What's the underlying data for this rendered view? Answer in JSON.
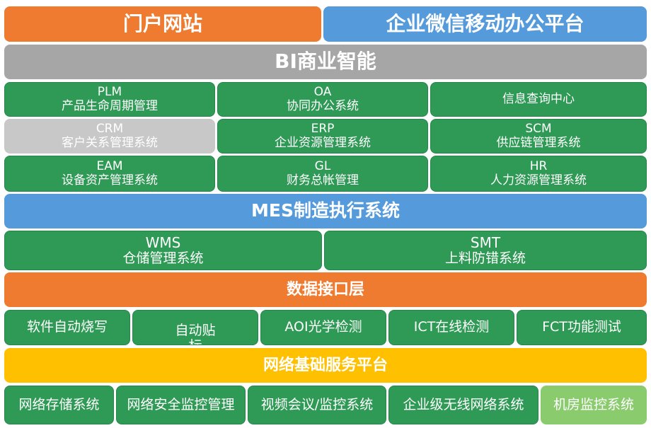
{
  "top": {
    "portal": "门户网站",
    "wechat": "企业微信移动办公平台"
  },
  "bi": "BI商业智能",
  "erp_grid": [
    {
      "code": "PLM",
      "name": "产品生命周期管理"
    },
    {
      "code": "OA",
      "name": "协同办公系统"
    },
    {
      "code": "",
      "name": "信息查询中心"
    },
    {
      "code": "CRM",
      "name": "客户关系管理系统"
    },
    {
      "code": "ERP",
      "name": "企业资源管理系统"
    },
    {
      "code": "SCM",
      "name": "供应链管理系统"
    },
    {
      "code": "EAM",
      "name": "设备资产管理系统"
    },
    {
      "code": "GL",
      "name": "财务总帐管理"
    },
    {
      "code": "HR",
      "name": "人力资源管理系统"
    }
  ],
  "mes": "MES制造执行系统",
  "mes_subs": [
    {
      "code": "WMS",
      "name": "仓储管理系统"
    },
    {
      "code": "SMT",
      "name": "上料防错系统"
    }
  ],
  "data_interface": "数据接口层",
  "equipment": [
    "软件自动烧写",
    "自动贴标",
    "AOI光学检测",
    "ICT在线检测",
    "FCT功能测试"
  ],
  "network_platform": "网络基础服务平台",
  "network": [
    "网络存储系统",
    "网络安全监控管理",
    "视频会议/监控系统",
    "企业级无线网络系统",
    "机房监控系统"
  ],
  "colors": {
    "green": "#2f9a55",
    "orange": "#ef7b30",
    "blue": "#559bdb",
    "gray": "#a6a6a6",
    "light_gray": "#c8c8c8",
    "yellow": "#ffc000",
    "light_green": "#8acb6e"
  }
}
